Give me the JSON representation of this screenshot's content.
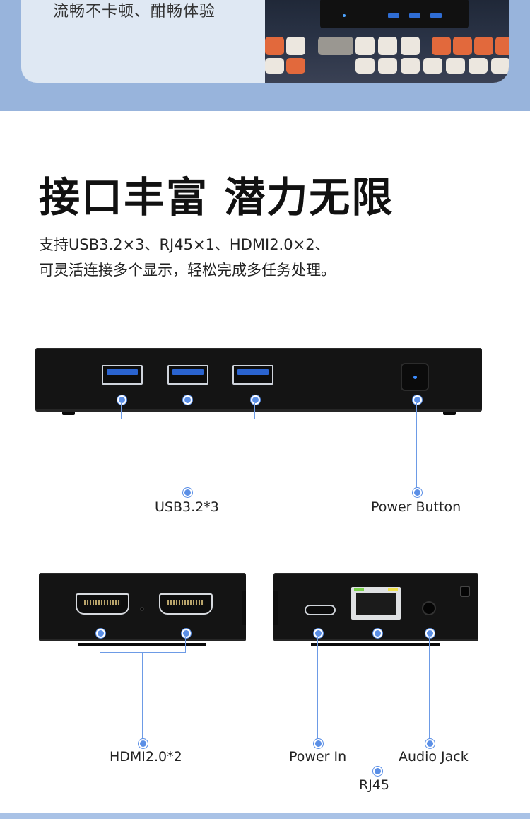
{
  "top_banner": {
    "card_text": "流畅不卡顿、酣畅体验"
  },
  "headline": "接口丰富 潜力无限",
  "subtext": {
    "line1": "支持USB3.2×3、RJ45×1、HDMI2.0×2、",
    "line2": "可灵活连接多个显示，轻松完成多任务处理。"
  },
  "front_panel": {
    "labels": {
      "usb": "USB3.2*3",
      "power_button": "Power Button"
    }
  },
  "side_panel_left": {
    "labels": {
      "hdmi": "HDMI2.0*2"
    }
  },
  "side_panel_right": {
    "labels": {
      "power_in": "Power In",
      "rj45": "RJ45",
      "audio_jack": "Audio Jack"
    }
  },
  "colors": {
    "accent_band": "#98b4dc",
    "callout_blue": "#5b8fe6",
    "usb_blue": "#2a63cf"
  }
}
